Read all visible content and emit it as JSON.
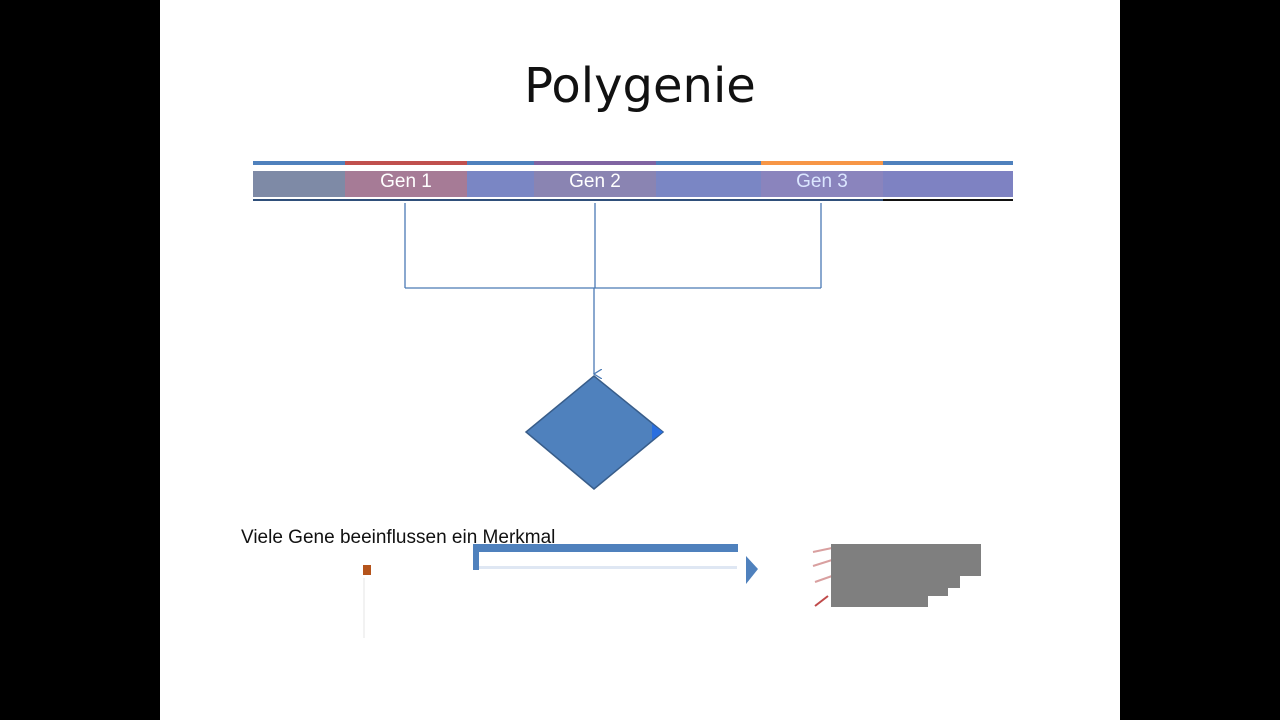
{
  "slide": {
    "title": "Polygenie",
    "genes": [
      {
        "label": "Gen 1",
        "color": "#c0504d"
      },
      {
        "label": "Gen 2",
        "color": "#8064a2"
      },
      {
        "label": "Gen 3",
        "color": "#f79646"
      }
    ],
    "chromosome_color": "#4f81bd",
    "trait_color": "#4f81bd",
    "caption": "Viele Gene beeinflussen ein Merkmal"
  }
}
